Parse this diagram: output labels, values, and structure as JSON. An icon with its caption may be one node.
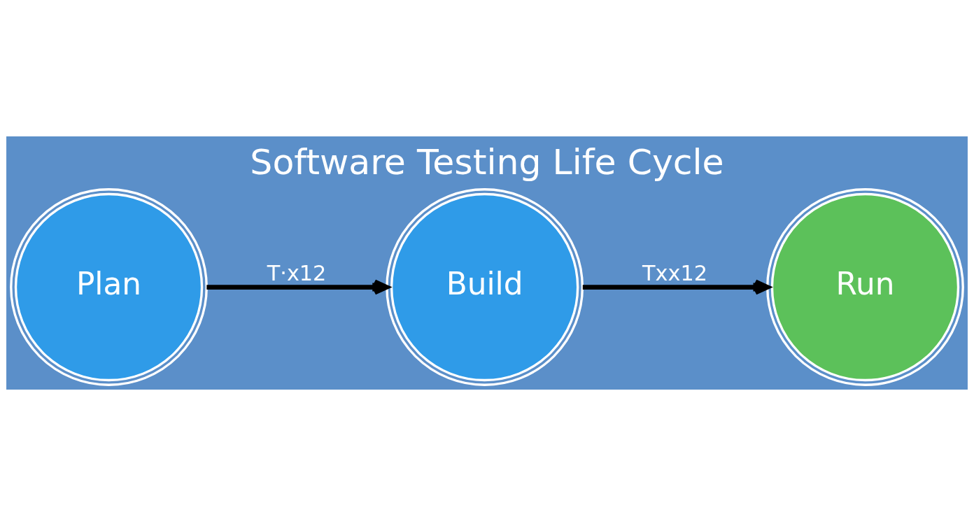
{
  "diagram": {
    "title": "Software Testing Life Cycle",
    "nodes": [
      {
        "text": [
          "Plan"
        ]
      },
      {
        "text": [
          "Build"
        ]
      },
      {
        "text": [
          "Run"
        ]
      }
    ],
    "edges": [
      {
        "from": 0,
        "to": 1,
        "arrow": "to",
        "label": "T·x12"
      },
      {
        "from": 1,
        "to": 2,
        "arrow": "to",
        "label": "Txx12"
      }
    ]
  }
}
